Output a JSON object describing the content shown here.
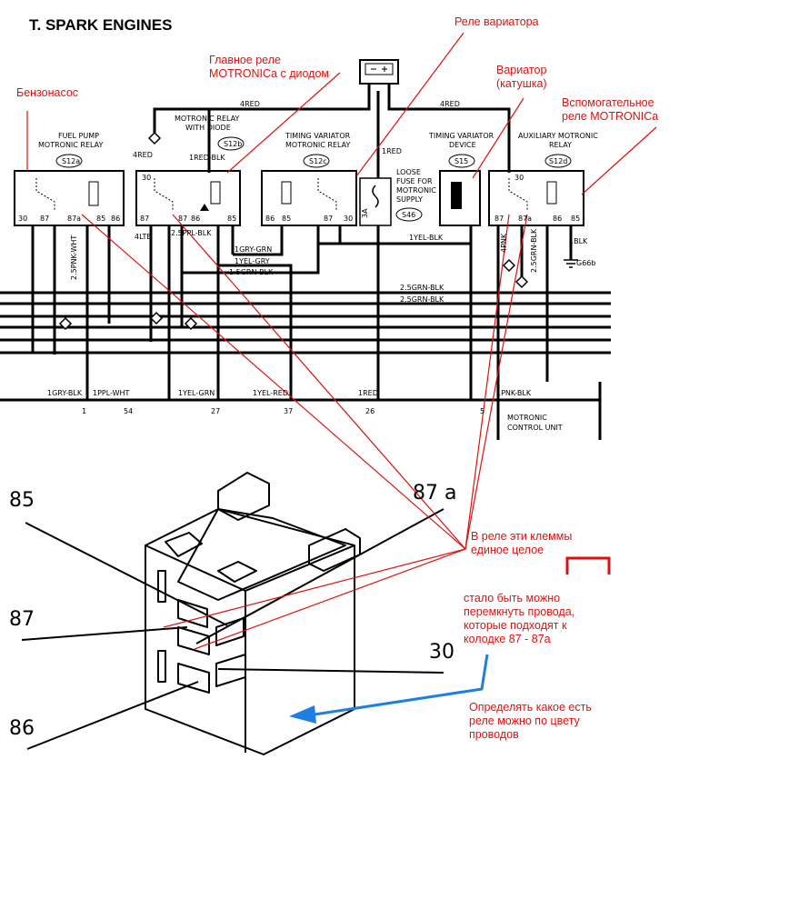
{
  "header": {
    "title": "T. SPARK ENGINES"
  },
  "annotations": {
    "fuel_pump": "Бензонасос",
    "main_relay": "Главное реле\nMOTRONICа с диодом",
    "variator_relay": "Реле вариатора",
    "variator_coil": "Вариатор\n(катушка)",
    "aux_relay": "Вспомогательное\nреле MOTRONICа",
    "terminals_whole": "В реле эти клеммы\nединое целое",
    "can_jumper": "стало быть можно\nперемкнуть провода,\nкоторые подходят к\nколодке 87 - 87а",
    "determine_relay": "Определять какое есть\nреле можно по цвету\nпроводов"
  },
  "relays": {
    "fuel_pump": {
      "name1": "FUEL PUMP",
      "name2": "MOTRONIC RELAY",
      "code": "S12a",
      "pins": [
        "30",
        "87",
        "87a",
        "85",
        "86"
      ]
    },
    "main": {
      "name1": "MOTRONIC RELAY",
      "name2": "WITH DIODE",
      "code": "S12b",
      "pins": [
        "87",
        "87",
        "86",
        "85"
      ],
      "top_pin": "30"
    },
    "timing": {
      "name1": "TIMING VARIATOR",
      "name2": "MOTRONIC RELAY",
      "code": "S12c",
      "pins": [
        "86",
        "85",
        "87",
        "30"
      ]
    },
    "fuse": {
      "name1": "LOOSE",
      "name2": "FUSE FOR",
      "name3": "MOTRONIC",
      "name4": "SUPPLY",
      "code": "S46",
      "rating": "3A"
    },
    "device": {
      "name1": "TIMING VARIATOR",
      "name2": "DEVICE",
      "code": "S15"
    },
    "aux": {
      "name1": "AUXILIARY MOTRONIC",
      "name2": "RELAY",
      "code": "S12d",
      "pins": [
        "87",
        "87a",
        "86",
        "85"
      ],
      "top_pin": "30"
    }
  },
  "wires": {
    "red_left": "4RED",
    "red_right": "4RED",
    "red_left_vert": "4RED",
    "red_fuse": "1RED",
    "red_blk": "1RED-BLK",
    "gry_grn": "1GRY-GRN",
    "yel_gry": "1YEL-GRY",
    "grn_blk": "1.5GRN-BLK",
    "yel_blk": "1YEL-BLK",
    "grn_blk2": "2.5GRN-BLK",
    "grn_blk3": "2.5GRN-BLK",
    "pnk_wht": "2.5PNK-WHT",
    "ltb": "4LTB",
    "ppl_blk": "2.5PPL-BLK",
    "pnk": "4PNK",
    "grn_blk_v": "2.5GRN-BLK",
    "blk": "1BLK",
    "ground": "G66b"
  },
  "ecu": {
    "label1": "MOTRONIC",
    "label2": "CONTROL UNIT",
    "pins": [
      {
        "wire": "1GRY-BLK",
        "num": "1"
      },
      {
        "wire": "1PPL-WHT",
        "num": "54"
      },
      {
        "wire": "1YEL-GRN",
        "num": "27"
      },
      {
        "wire": "1YEL-RED",
        "num": "37"
      },
      {
        "wire": "1RED",
        "num": "26"
      },
      {
        "wire": "1PNK-BLK",
        "num": "5"
      }
    ]
  },
  "relay_drawing": {
    "t85": "85",
    "t87a": "87 a",
    "t87": "87",
    "t30": "30",
    "t86": "86"
  },
  "colors": {
    "annotation": "#e01010",
    "arrow_blue": "#1e7fe0",
    "line": "#000000"
  }
}
